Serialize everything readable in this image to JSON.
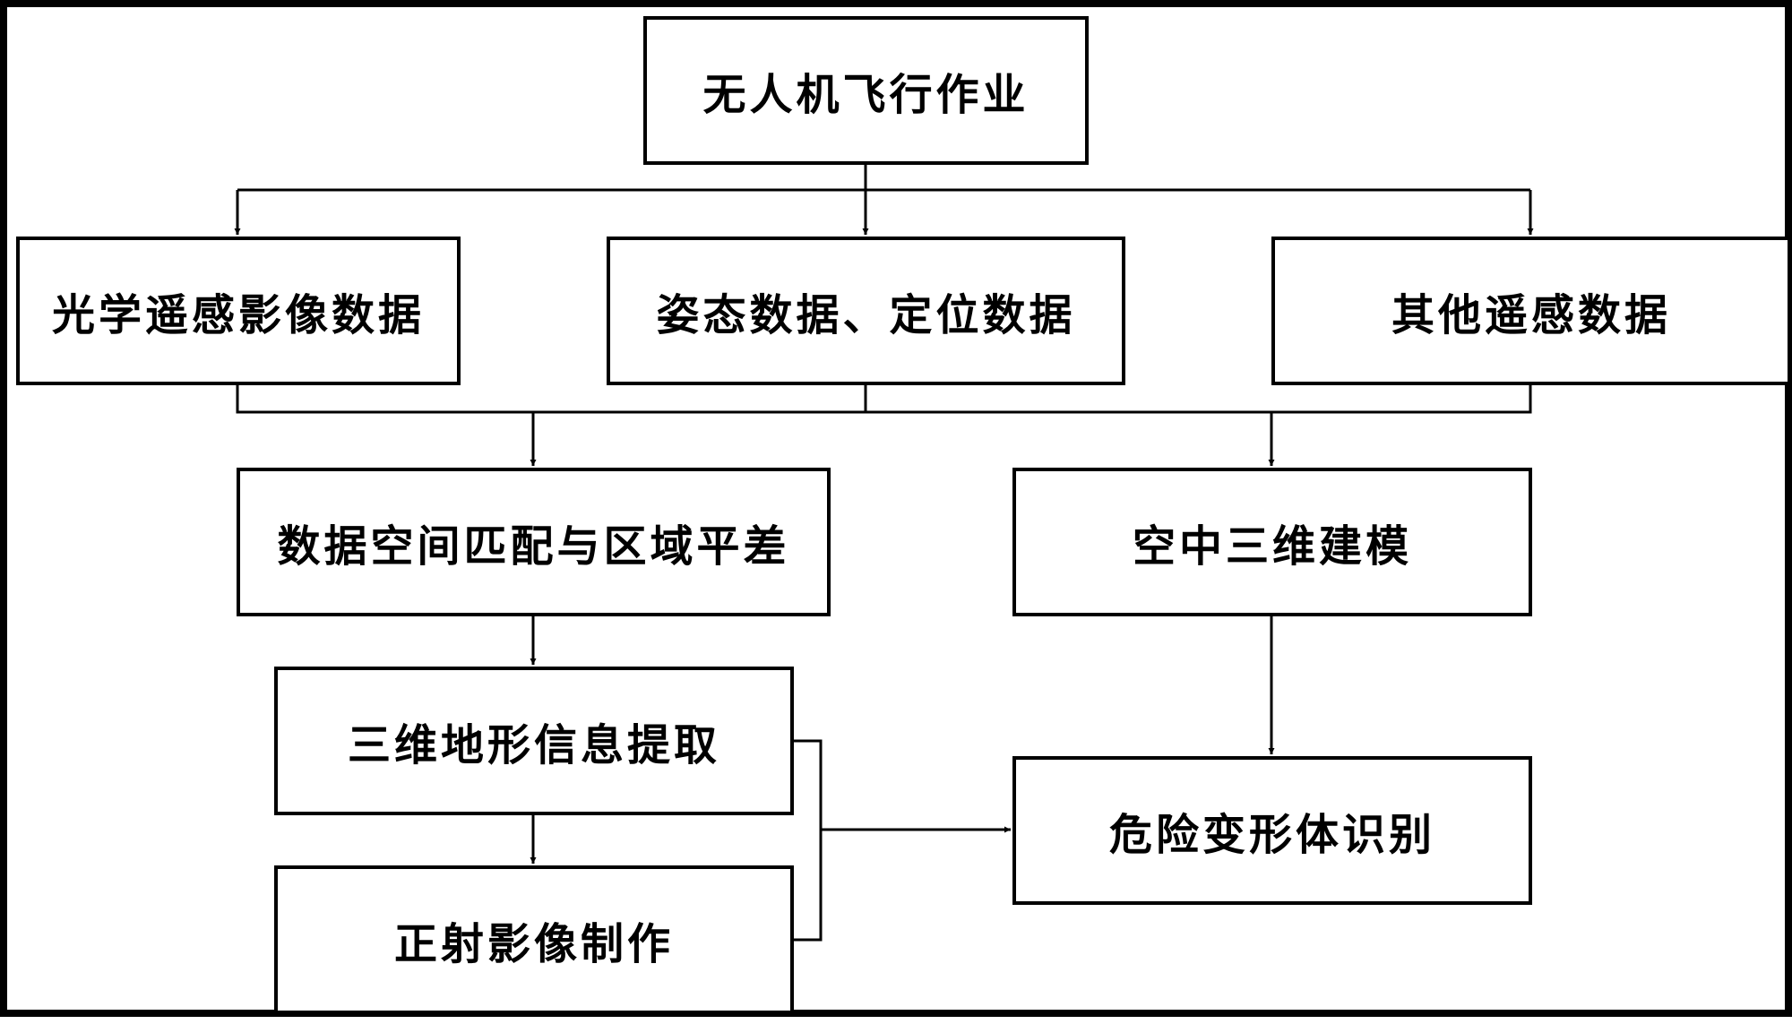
{
  "nodes": {
    "flight": "无人机飞行作业",
    "optical": "光学遥感影像数据",
    "pose": "姿态数据、定位数据",
    "other": "其他遥感数据",
    "match": "数据空间匹配与区域平差",
    "aerial3d": "空中三维建模",
    "terrain": "三维地形信息提取",
    "ortho": "正射影像制作",
    "hazard": "危险变形体识别"
  },
  "edges": [
    {
      "from": "无人机飞行作业",
      "to": "光学遥感影像数据"
    },
    {
      "from": "无人机飞行作业",
      "to": "姿态数据、定位数据"
    },
    {
      "from": "无人机飞行作业",
      "to": "其他遥感数据"
    },
    {
      "from": "光学遥感影像数据",
      "to": "数据空间匹配与区域平差"
    },
    {
      "from": "姿态数据、定位数据",
      "to": "数据空间匹配与区域平差"
    },
    {
      "from": "姿态数据、定位数据",
      "to": "空中三维建模"
    },
    {
      "from": "其他遥感数据",
      "to": "空中三维建模"
    },
    {
      "from": "数据空间匹配与区域平差",
      "to": "三维地形信息提取"
    },
    {
      "from": "三维地形信息提取",
      "to": "正射影像制作"
    },
    {
      "from": "三维地形信息提取",
      "to": "危险变形体识别"
    },
    {
      "from": "正射影像制作",
      "to": "危险变形体识别"
    },
    {
      "from": "空中三维建模",
      "to": "危险变形体识别"
    }
  ]
}
